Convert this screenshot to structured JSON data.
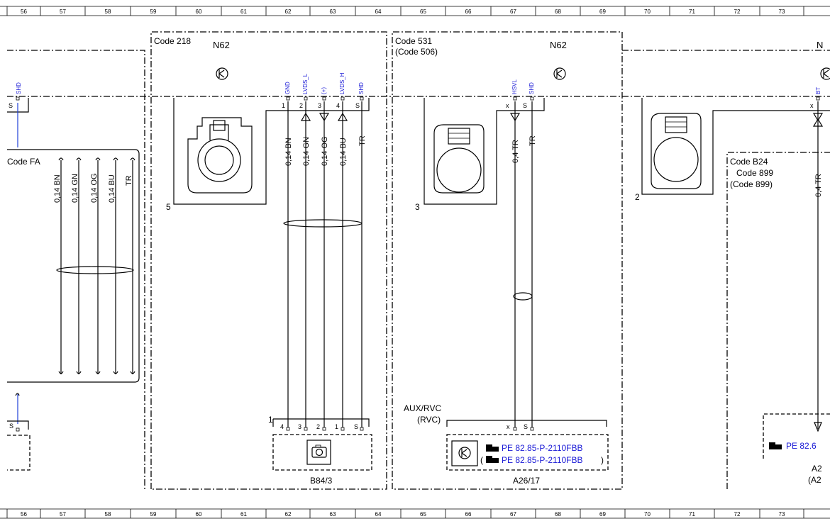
{
  "grid_columns": [
    "56",
    "57",
    "58",
    "59",
    "60",
    "61",
    "62",
    "63",
    "64",
    "65",
    "66",
    "67",
    "68",
    "69",
    "70",
    "71",
    "72",
    "73"
  ],
  "left_fragment": {
    "pin_label": "SHD",
    "shield_s": "S",
    "code": "Code FA",
    "wires": [
      "0,14 BN",
      "0,14 GN",
      "0,14 OG",
      "0,14 BU",
      "TR"
    ],
    "bottom_s": "S"
  },
  "section_218": {
    "code": "Code 218",
    "component": "N62",
    "connector_number": "5",
    "pin_labels": [
      "GND",
      "LVDS_L",
      "(+)",
      "LVDS_H",
      "SHD"
    ],
    "pin_numbers": [
      "1",
      "2",
      "3",
      "4",
      "S"
    ],
    "wires": [
      "0,14 BN",
      "0,14 GN",
      "0,14 OG",
      "0,14 BU",
      "TR"
    ],
    "bottom_connector_number": "1",
    "bottom_pins": [
      "4",
      "3",
      "2",
      "1",
      "S"
    ],
    "device": "B84/3"
  },
  "section_531": {
    "code": "Code 531",
    "code_alt": "(Code 506)",
    "component": "N62",
    "connector_number": "3",
    "pin_labels": [
      "HSVL",
      "SHD"
    ],
    "pin_numbers": [
      "x",
      "S"
    ],
    "wires": [
      "0,4 TR",
      "TR"
    ],
    "aux_label": "AUX/RVC",
    "aux_label_alt": "(RVC)",
    "bottom_pins": [
      "x",
      "S"
    ],
    "refs": [
      "PE 82.85-P-2110FBB",
      "PE 82.85-P-2110FBB"
    ],
    "device": "A26/17"
  },
  "section_right": {
    "component": "N",
    "connector_number": "2",
    "pin_label": "BT",
    "pin_number": "x",
    "code_lines": [
      "Code B24",
      "Code 899",
      "(Code 899)"
    ],
    "wire": "0,4 TR",
    "ref": "PE 82.6",
    "device": "A2",
    "device_alt": "(A2"
  }
}
